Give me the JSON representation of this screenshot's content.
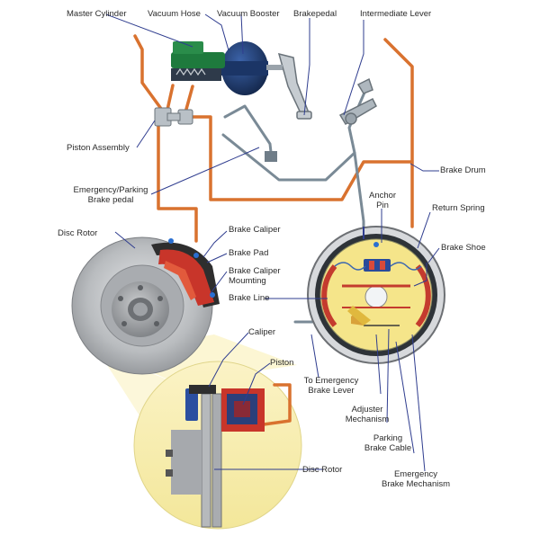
{
  "labels": {
    "master_cylinder": "Master Cylinder",
    "vacuum_hose": "Vacuum Hose",
    "vacuum_booster": "Vacuum Booster",
    "brakepedal": "Brakepedal",
    "intermediate_lever": "Intermediate Lever",
    "piston_assembly": "Piston Assembly",
    "emergency_parking_line1": "Emergency/Parking",
    "emergency_parking_line2": "Brake pedal",
    "brake_drum": "Brake Drum",
    "anchor_pin_line1": "Anchor",
    "anchor_pin_line2": "Pin",
    "return_spring": "Return Spring",
    "disc_rotor_top": "Disc Rotor",
    "brake_caliper": "Brake Caliper",
    "brake_pad": "Brake Pad",
    "brake_caliper_mounting_line1": "Brake Caliper",
    "brake_caliper_mounting_line2": "Moumting",
    "brake_shoe": "Brake Shoe",
    "brake_line": "Brake Line",
    "caliper": "Caliper",
    "piston": "Piston",
    "to_emergency_line1": "To Emergency",
    "to_emergency_line2": "Brake Lever",
    "adjuster_line1": "Adjuster",
    "adjuster_line2": "Mechanism",
    "parking_cable_line1": "Parking",
    "parking_cable_line2": "Brake Cable",
    "disc_rotor_bottom": "Disc Rotor",
    "emergency_mech_line1": "Emergency",
    "emergency_mech_line2": "Brake Mechanism"
  },
  "colors": {
    "line_orange": "#d9722f",
    "line_gray": "#7a8a96",
    "booster_blue": "#1f3a6e",
    "rotor_gray": "#b6b9bc",
    "caliper_red": "#c8352a",
    "pad_dark": "#3a3a3a",
    "zoom_yellow": "#f8efb4",
    "drum_yellow": "#f5e58a",
    "drum_ring": "#7b7f85",
    "leader": "#2f3d8f",
    "node_blue": "#2a6fd1"
  }
}
